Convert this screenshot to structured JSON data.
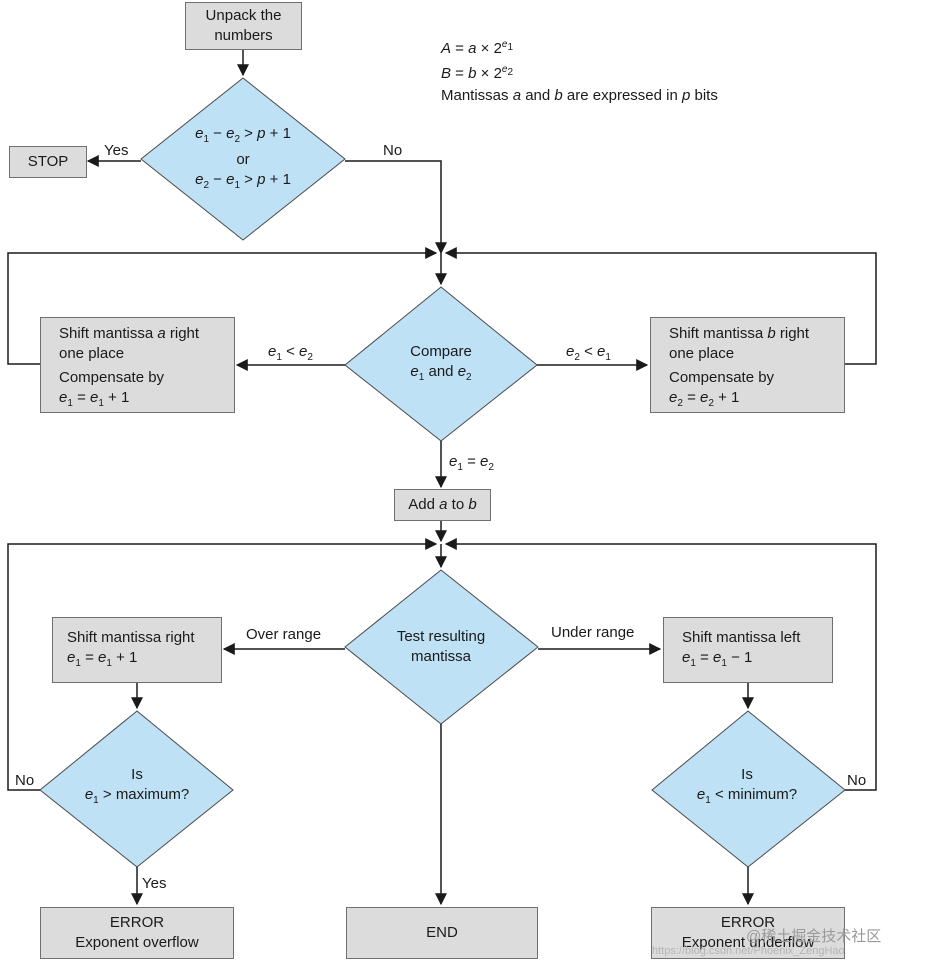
{
  "colors": {
    "process_fill": "#dcdcdc",
    "decision_fill": "#bfe1f5",
    "line": "#1a1a1a"
  },
  "notes": {
    "line1": "A = a × 2",
    "line1_exp": "e",
    "line1_exp_sub": "1",
    "line2": "B = b × 2",
    "line2_exp": "e",
    "line2_exp_sub": "2",
    "line3": "Mantissas a and b are expressed in p bits"
  },
  "nodes": {
    "unpack": {
      "l1": "Unpack the",
      "l2": "numbers"
    },
    "stop": {
      "label": "STOP"
    },
    "range_check": {
      "l1": "e1 − e2 > p + 1",
      "l2": "or",
      "l3": "e2 − e1 > p + 1"
    },
    "compare": {
      "l1": "Compare",
      "l2": "e1 and e2"
    },
    "shift_a": {
      "l1": "Shift mantissa a right",
      "l2": "one place",
      "l3": "Compensate by",
      "l4": "e1 = e1 + 1"
    },
    "shift_b": {
      "l1": "Shift mantissa b right",
      "l2": "one place",
      "l3": "Compensate by",
      "l4": "e2 = e2 + 1"
    },
    "add": {
      "label": "Add a to b"
    },
    "test": {
      "l1": "Test resulting",
      "l2": "mantissa"
    },
    "shift_right": {
      "l1": "Shift mantissa right",
      "l2": "e1 = e1 + 1"
    },
    "shift_left": {
      "l1": "Shift mantissa left",
      "l2": "e1 = e1 − 1"
    },
    "max_check": {
      "l1": "Is",
      "l2": "e1 > maximum?"
    },
    "min_check": {
      "l1": "Is",
      "l2": "e1 < minimum?"
    },
    "error_over": {
      "l1": "ERROR",
      "l2": "Exponent overflow"
    },
    "end": {
      "label": "END"
    },
    "error_under": {
      "l1": "ERROR",
      "l2": "Exponent underflow"
    }
  },
  "edges": {
    "yes_stop": "Yes",
    "no_compare": "No",
    "e1_lt_e2": "e1 < e2",
    "e2_lt_e1": "e2 < e1",
    "e1_eq_e2": "e1 = e2",
    "over_range": "Over range",
    "under_range": "Under range",
    "no_left": "No",
    "no_right": "No",
    "yes_error": "Yes"
  },
  "watermark": {
    "main": "@稀土掘金技术社区",
    "sub": "https://blog.csdn.net/Phoenix_ZengHao"
  }
}
